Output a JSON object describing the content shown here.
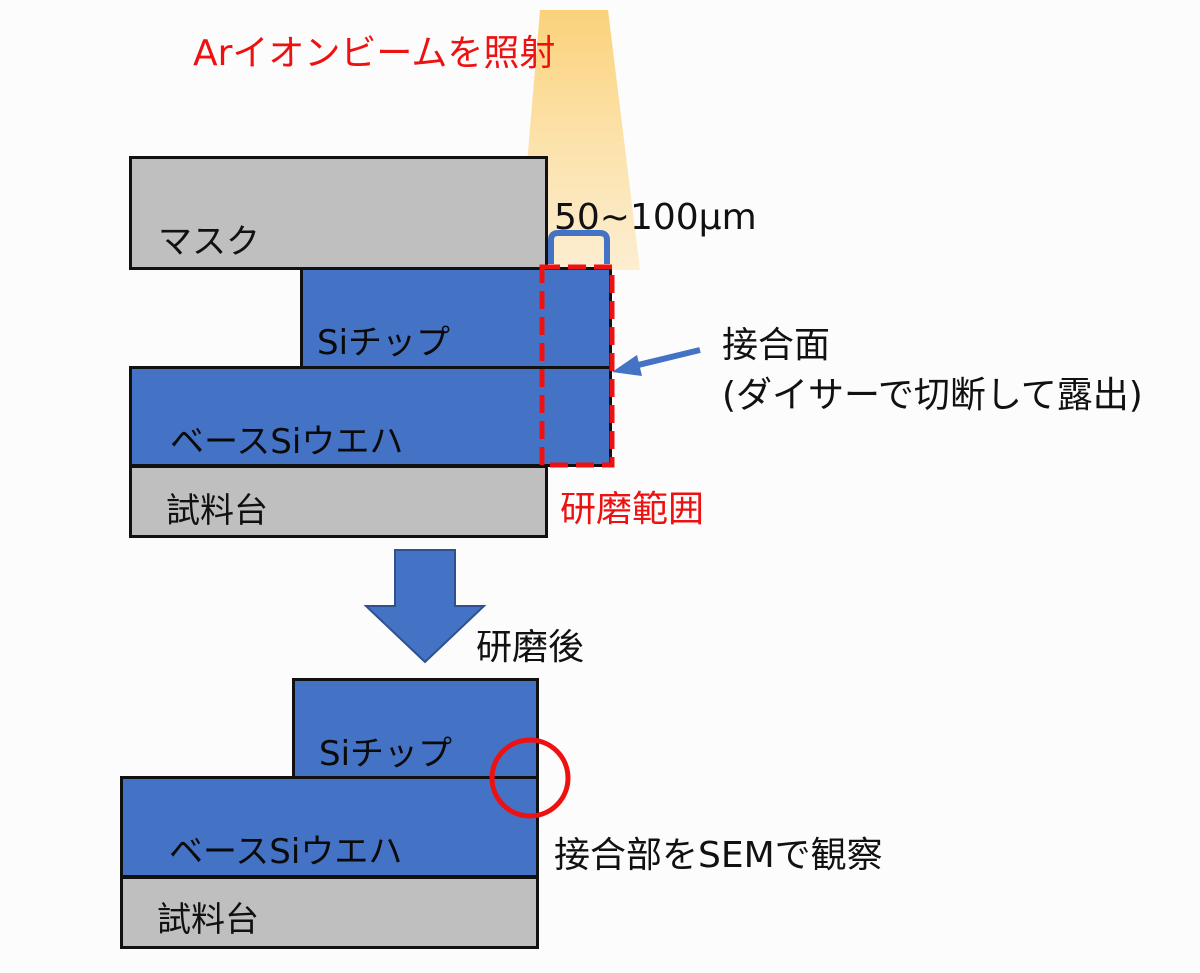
{
  "beam": {
    "label": "Arイオンビームを照射",
    "label_color": "#ee1111",
    "color": "#fbd27a"
  },
  "before": {
    "mask": "マスク",
    "chip": "Siチップ",
    "wafer": "ベースSiウエハ",
    "stage": "試料台",
    "width_annotation": "50~100μm",
    "polish_label": "研磨範囲",
    "interface_title": "接合面",
    "interface_note": "(ダイサーで切断して露出)"
  },
  "transition": {
    "label": "研磨後"
  },
  "after": {
    "chip": "Siチップ",
    "wafer": "ベースSiウエハ",
    "stage": "試料台",
    "observe_label": "接合部をSEMで観察"
  },
  "colors": {
    "blue": "#4472c4",
    "gray": "#bfbfbf",
    "red": "#ee1111"
  }
}
